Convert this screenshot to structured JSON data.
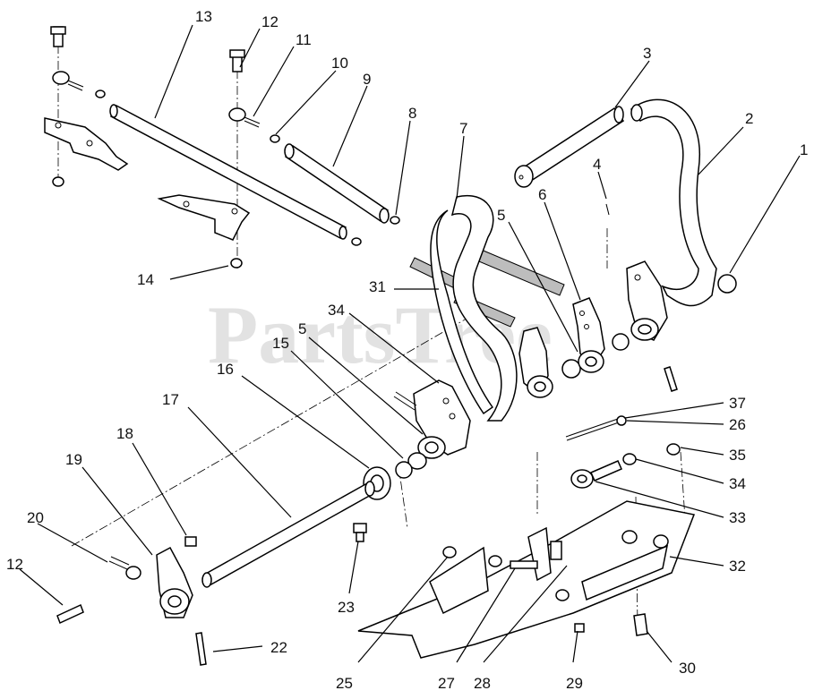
{
  "watermark": {
    "text": "PartsTree"
  },
  "callouts": [
    {
      "id": "c1",
      "label": "1"
    },
    {
      "id": "c2",
      "label": "2"
    },
    {
      "id": "c3",
      "label": "3"
    },
    {
      "id": "c4",
      "label": "4"
    },
    {
      "id": "c5a",
      "label": "5"
    },
    {
      "id": "c5b",
      "label": "5"
    },
    {
      "id": "c6",
      "label": "6"
    },
    {
      "id": "c7",
      "label": "7"
    },
    {
      "id": "c8",
      "label": "8"
    },
    {
      "id": "c9",
      "label": "9"
    },
    {
      "id": "c10",
      "label": "10"
    },
    {
      "id": "c11",
      "label": "11"
    },
    {
      "id": "c12a",
      "label": "12"
    },
    {
      "id": "c12b",
      "label": "12"
    },
    {
      "id": "c13",
      "label": "13"
    },
    {
      "id": "c14",
      "label": "14"
    },
    {
      "id": "c15",
      "label": "15"
    },
    {
      "id": "c16",
      "label": "16"
    },
    {
      "id": "c17",
      "label": "17"
    },
    {
      "id": "c18",
      "label": "18"
    },
    {
      "id": "c19",
      "label": "19"
    },
    {
      "id": "c20",
      "label": "20"
    },
    {
      "id": "c22",
      "label": "22"
    },
    {
      "id": "c23",
      "label": "23"
    },
    {
      "id": "c25",
      "label": "25"
    },
    {
      "id": "c26",
      "label": "26"
    },
    {
      "id": "c27",
      "label": "27"
    },
    {
      "id": "c28",
      "label": "28"
    },
    {
      "id": "c29",
      "label": "29"
    },
    {
      "id": "c30",
      "label": "30"
    },
    {
      "id": "c31",
      "label": "31"
    },
    {
      "id": "c32",
      "label": "32"
    },
    {
      "id": "c33",
      "label": "33"
    },
    {
      "id": "c34a",
      "label": "34"
    },
    {
      "id": "c34b",
      "label": "34"
    },
    {
      "id": "c35",
      "label": "35"
    },
    {
      "id": "c37",
      "label": "37"
    }
  ]
}
